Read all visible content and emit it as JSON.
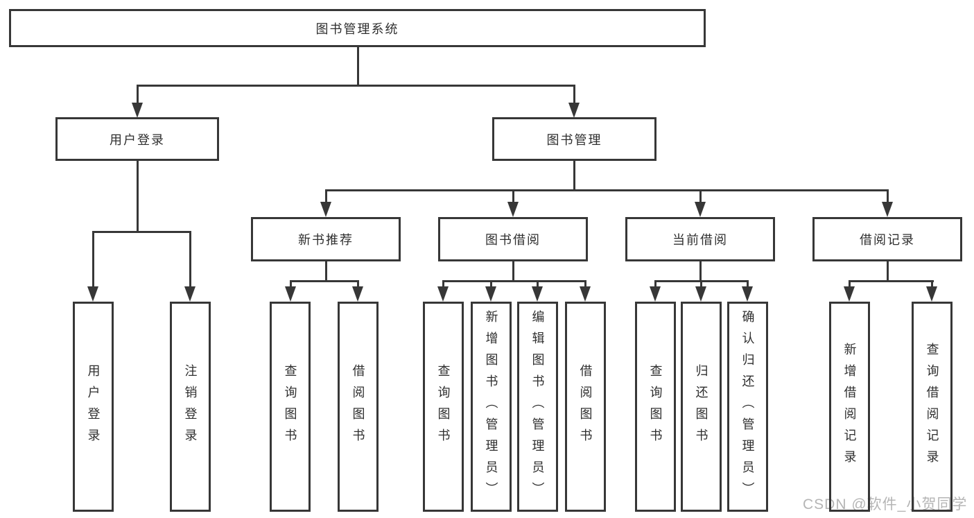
{
  "tree": {
    "label": "图书管理系统",
    "children": [
      {
        "label": "用户登录",
        "children": [
          {
            "label": "用户登录"
          },
          {
            "label": "注销登录"
          }
        ]
      },
      {
        "label": "图书管理",
        "children": [
          {
            "label": "新书推荐",
            "children": [
              {
                "label": "查询图书"
              },
              {
                "label": "借阅图书"
              }
            ]
          },
          {
            "label": "图书借阅",
            "children": [
              {
                "label": "查询图书"
              },
              {
                "label": "新增图书（管理员）"
              },
              {
                "label": "编辑图书（管理员）"
              },
              {
                "label": "借阅图书"
              }
            ]
          },
          {
            "label": "当前借阅",
            "children": [
              {
                "label": "查询图书"
              },
              {
                "label": "归还图书"
              },
              {
                "label": "确认归还（管理员）"
              }
            ]
          },
          {
            "label": "借阅记录",
            "children": [
              {
                "label": "新增借阅记录"
              },
              {
                "label": "查询借阅记录"
              }
            ]
          }
        ]
      }
    ]
  },
  "watermark": {
    "text": "CSDN @软件_小贺同学"
  },
  "colors": {
    "line": "#373737",
    "text": "#2f2f2f",
    "watermark": "#b5b5b5",
    "background": "#ffffff"
  }
}
